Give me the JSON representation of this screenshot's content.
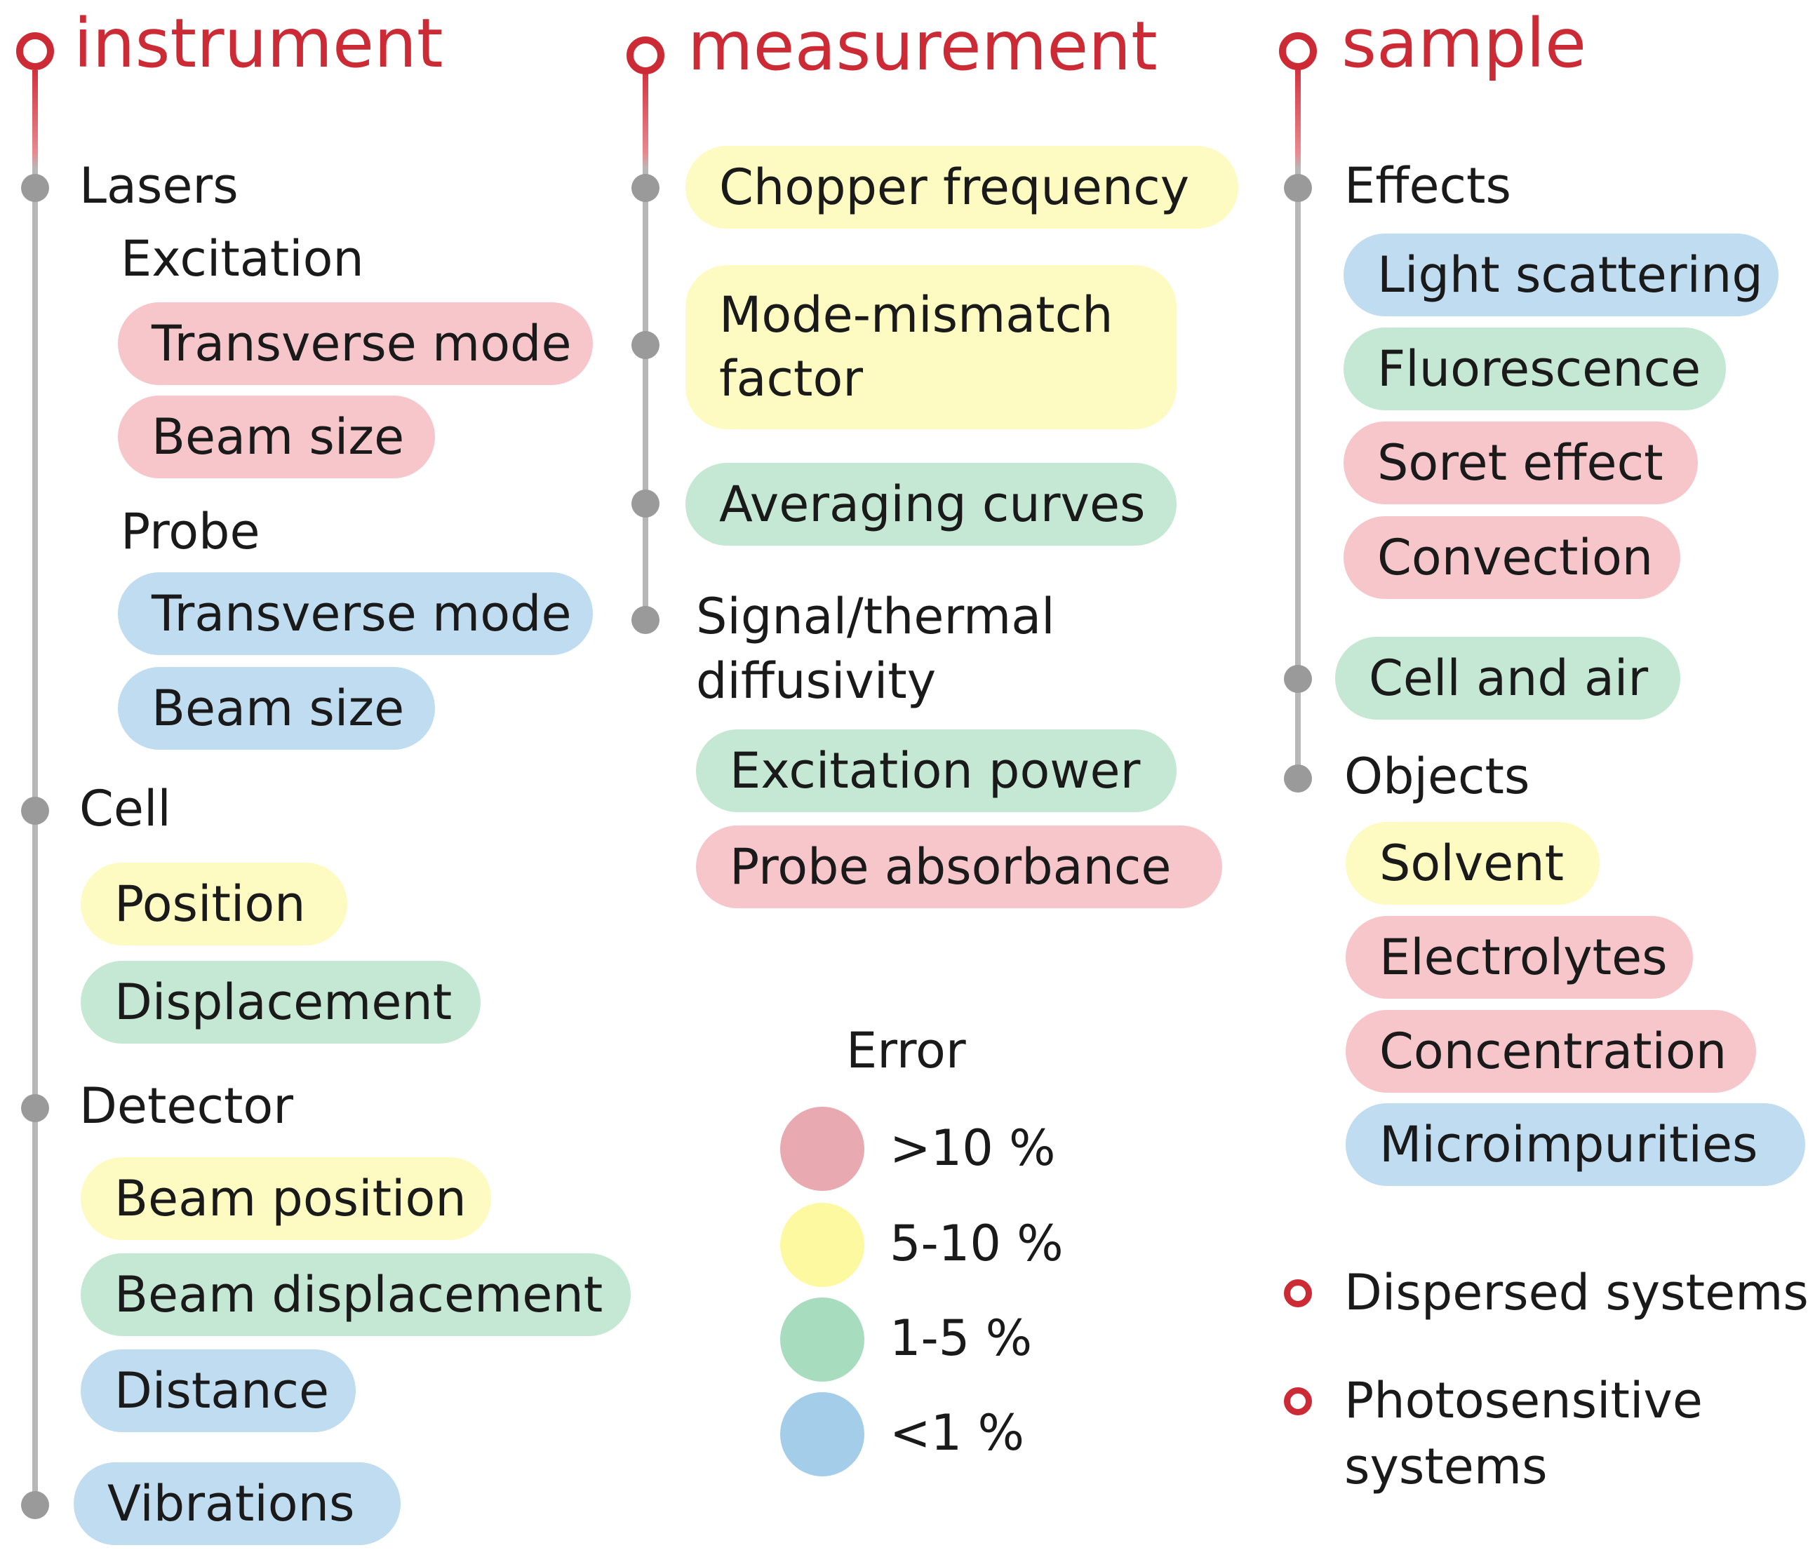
{
  "colors": {
    "red": "#f6c6cb",
    "yellow": "#fdfbc1",
    "green": "#c4e8d3",
    "blue": "#bfdcf0",
    "title": "#cc2b36"
  },
  "legend_colors": {
    "red": "#e8aab0",
    "yellow": "#fdf9a0",
    "green": "#a8dcbf",
    "blue": "#a4cdea"
  },
  "columns": {
    "instrument": {
      "title": "instrument",
      "lasers": "Lasers",
      "excitation": "Excitation",
      "excitation_transverse": "Transverse mode",
      "excitation_beam_size": "Beam size",
      "probe": "Probe",
      "probe_transverse": "Transverse mode",
      "probe_beam_size": "Beam size",
      "cell": "Cell",
      "position": "Position",
      "displacement": "Displacement",
      "detector": "Detector",
      "beam_position": "Beam position",
      "beam_displacement": "Beam displacement",
      "distance": "Distance",
      "vibrations": "Vibrations"
    },
    "measurement": {
      "title": "measurement",
      "chopper": "Chopper frequency",
      "mode_mismatch_1": "Mode-mismatch",
      "mode_mismatch_2": "factor",
      "averaging": "Averaging curves",
      "signal_1": "Signal/thermal",
      "signal_2": "diffusivity",
      "excitation_power": "Excitation power",
      "probe_absorbance": "Probe absorbance"
    },
    "sample": {
      "title": "sample",
      "effects": "Effects",
      "light_scattering": "Light scattering",
      "fluorescence": "Fluorescence",
      "soret": "Soret effect",
      "convection": "Convection",
      "cell_air": "Cell and air",
      "objects": "Objects",
      "solvent": "Solvent",
      "electrolytes": "Electrolytes",
      "concentration": "Concentration",
      "microimpurities": "Microimpurities",
      "dispersed": "Dispersed systems",
      "photosensitive_1": "Photosensitive",
      "photosensitive_2": "systems"
    }
  },
  "legend": {
    "title": "Error",
    "items": [
      ">10 %",
      "5-10 %",
      "1-5 %",
      "<1 %"
    ]
  }
}
